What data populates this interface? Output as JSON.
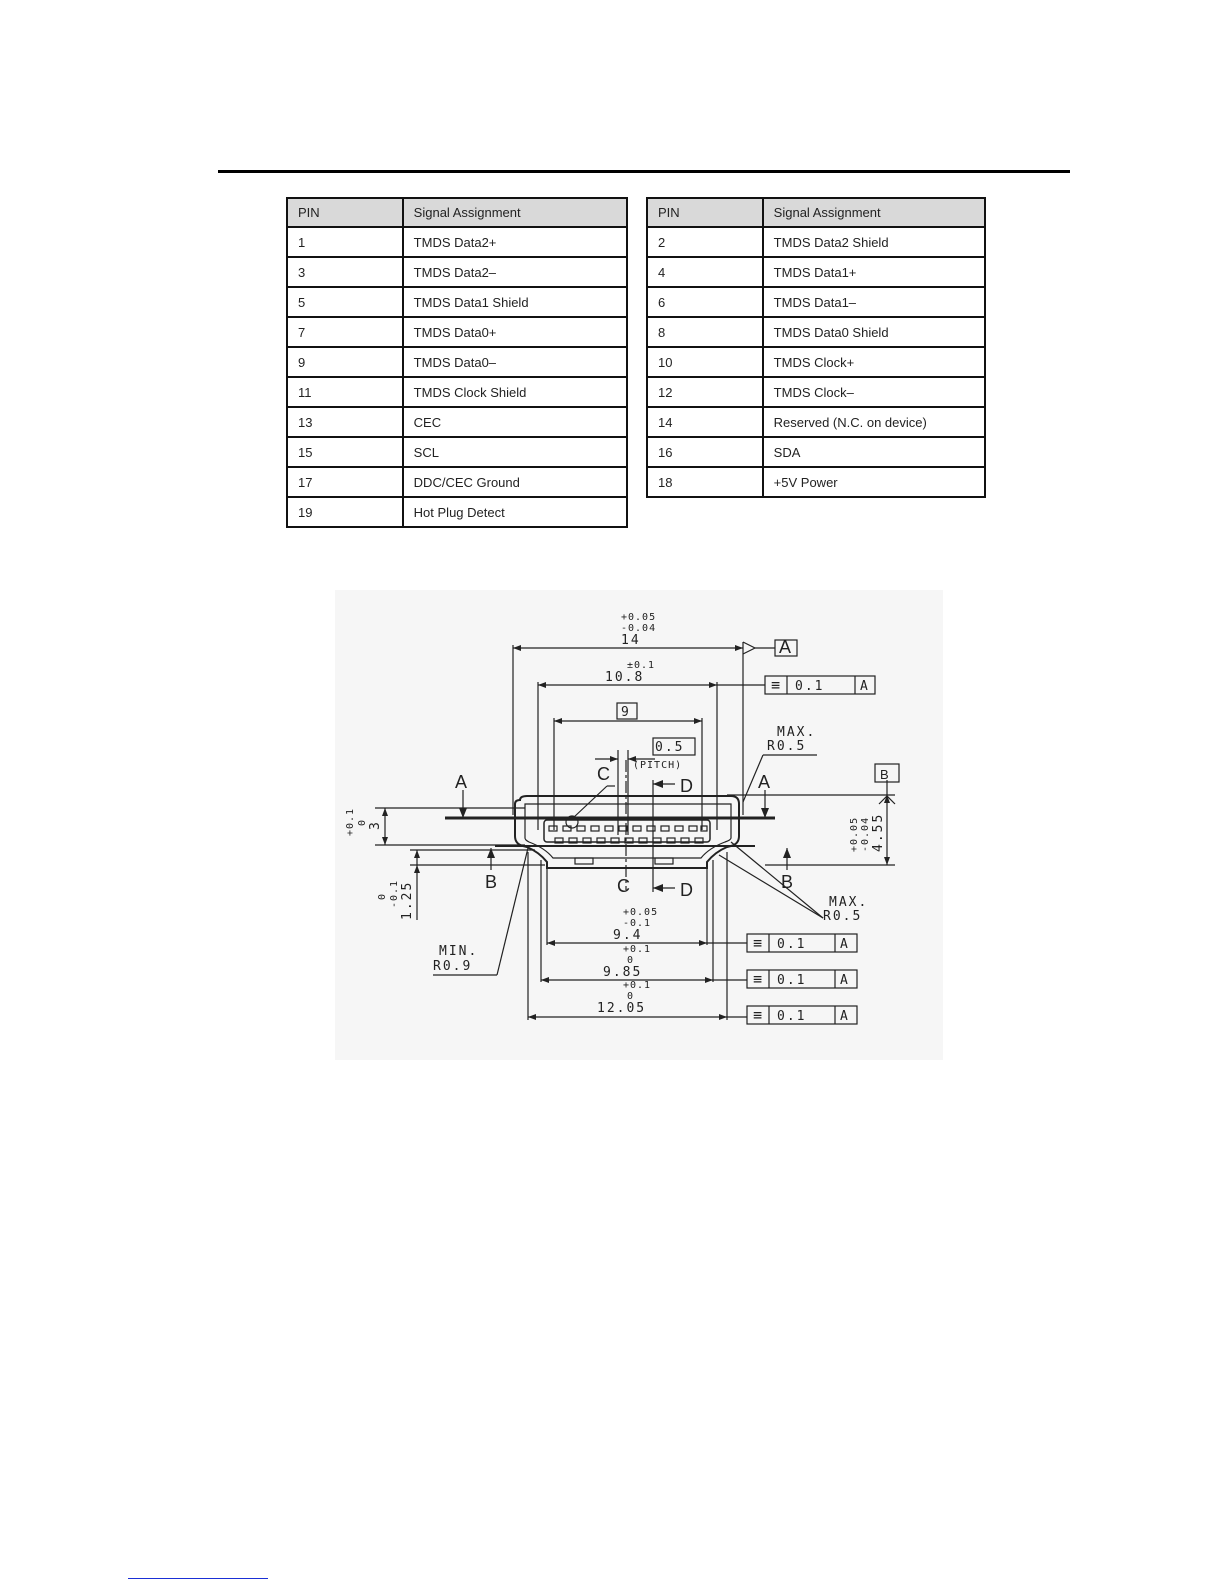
{
  "pin_table_left": {
    "header": {
      "pin": "PIN",
      "signal": "Signal Assignment"
    },
    "rows": [
      {
        "pin": "1",
        "signal": "TMDS Data2+"
      },
      {
        "pin": "3",
        "signal": "TMDS Data2–"
      },
      {
        "pin": "5",
        "signal": "TMDS Data1 Shield"
      },
      {
        "pin": "7",
        "signal": "TMDS Data0+"
      },
      {
        "pin": "9",
        "signal": "TMDS Data0–"
      },
      {
        "pin": "11",
        "signal": "TMDS Clock Shield"
      },
      {
        "pin": "13",
        "signal": "CEC"
      },
      {
        "pin": "15",
        "signal": "SCL"
      },
      {
        "pin": "17",
        "signal": "DDC/CEC Ground"
      },
      {
        "pin": "19",
        "signal": "Hot Plug Detect"
      }
    ]
  },
  "pin_table_right": {
    "header": {
      "pin": "PIN",
      "signal": "Signal Assignment"
    },
    "rows": [
      {
        "pin": "2",
        "signal": "TMDS Data2 Shield"
      },
      {
        "pin": "4",
        "signal": "TMDS Data1+"
      },
      {
        "pin": "6",
        "signal": "TMDS Data1–"
      },
      {
        "pin": "8",
        "signal": "TMDS Data0 Shield"
      },
      {
        "pin": "10",
        "signal": "TMDS Clock+"
      },
      {
        "pin": "12",
        "signal": "TMDS Clock–"
      },
      {
        "pin": "14",
        "signal": "Reserved (N.C. on device)"
      },
      {
        "pin": "16",
        "signal": "SDA"
      },
      {
        "pin": "18",
        "signal": "+5V Power"
      }
    ]
  },
  "drawing": {
    "dim_14": {
      "value": "14",
      "tol_plus": "+0.05",
      "tol_minus": "-0.04"
    },
    "dim_10_8": {
      "value": "10.8",
      "tol": "±0.1"
    },
    "dim_9": {
      "value": "9"
    },
    "pitch": {
      "value": "0.5",
      "label": "(PITCH)"
    },
    "max_r_top": {
      "line1": "MAX.",
      "line2": "R0.5"
    },
    "max_r_right": {
      "line1": "MAX.",
      "line2": "R0.5"
    },
    "min_r": {
      "line1": "MIN.",
      "line2": "R0.9"
    },
    "dim_3": {
      "value": "3",
      "tol_plus": "+0.1",
      "tol_minus": "0"
    },
    "dim_1_25": {
      "value": "1.25",
      "tol_plus": "0",
      "tol_minus": "-0.1"
    },
    "dim_4_55": {
      "value": "4.55",
      "tol_plus": "+0.05",
      "tol_minus": "-0.04"
    },
    "dim_9_4": {
      "value": "9.4",
      "tol_plus": "+0.05",
      "tol_minus": "-0.1"
    },
    "dim_9_85": {
      "value": "9.85",
      "tol_plus": "+0.1",
      "tol_minus": "0"
    },
    "dim_12_05": {
      "value": "12.05",
      "tol_plus": "+0.1",
      "tol_minus": "0"
    },
    "datum_a": "A",
    "datum_b": "B",
    "section_a": "A",
    "section_b": "B",
    "section_c": "C",
    "section_d": "D",
    "tolerance_value": "0.1",
    "tolerance_ref": "A",
    "symmetry_symbol": "≡"
  }
}
